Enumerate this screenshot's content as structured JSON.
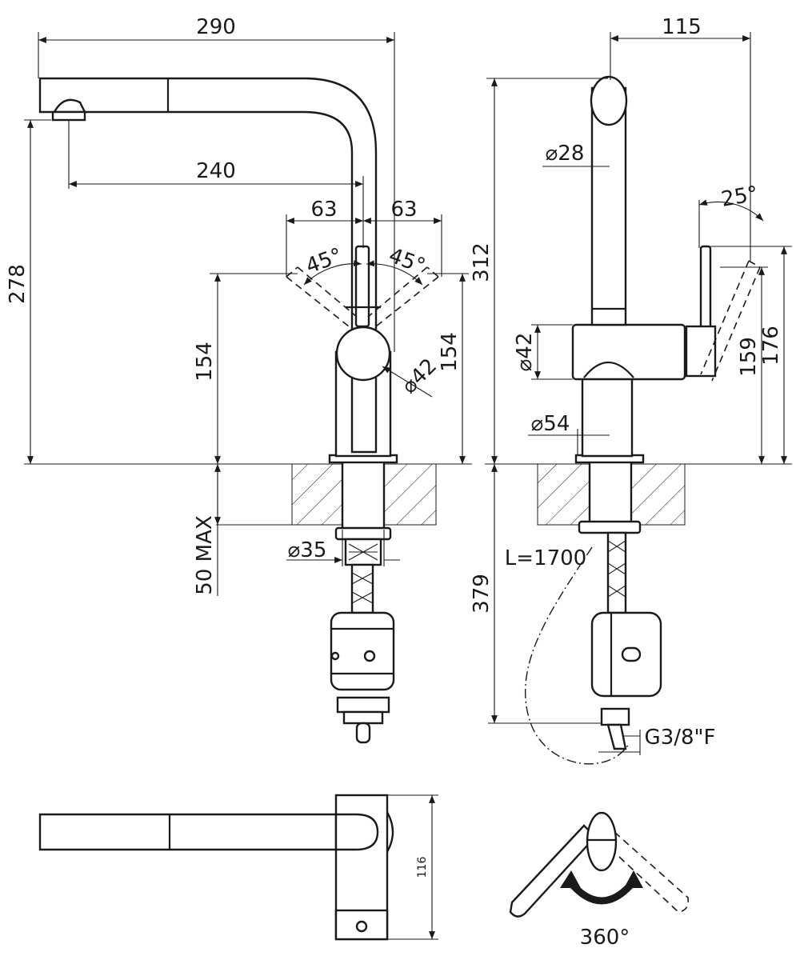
{
  "colors": {
    "line": "#1a1a1a",
    "background": "#ffffff"
  },
  "front_view": {
    "spout_length": "290",
    "spout_reach": "240",
    "lever_offset_left": "63",
    "lever_offset_right": "63",
    "lever_angle_left": "45°",
    "lever_angle_right": "45°",
    "total_height": "278",
    "body_height_left": "154",
    "body_height_right": "154",
    "lever_diameter": "⌀42",
    "max_deck_thickness": "50 MAX",
    "shank_diameter": "⌀35"
  },
  "side_view": {
    "spout_reach": "115",
    "spout_diameter": "⌀28",
    "lever_tilt": "25°",
    "total_height": "312",
    "lever_height": "159",
    "lever_top_height": "176",
    "head_diameter": "⌀42",
    "base_diameter": "⌀54",
    "hose_length": "L=1700",
    "under_deck_length": "379",
    "connection_thread": "G3/8\"F"
  },
  "top_view": {
    "depth": "116"
  },
  "rotation_view": {
    "rotation": "360°"
  }
}
